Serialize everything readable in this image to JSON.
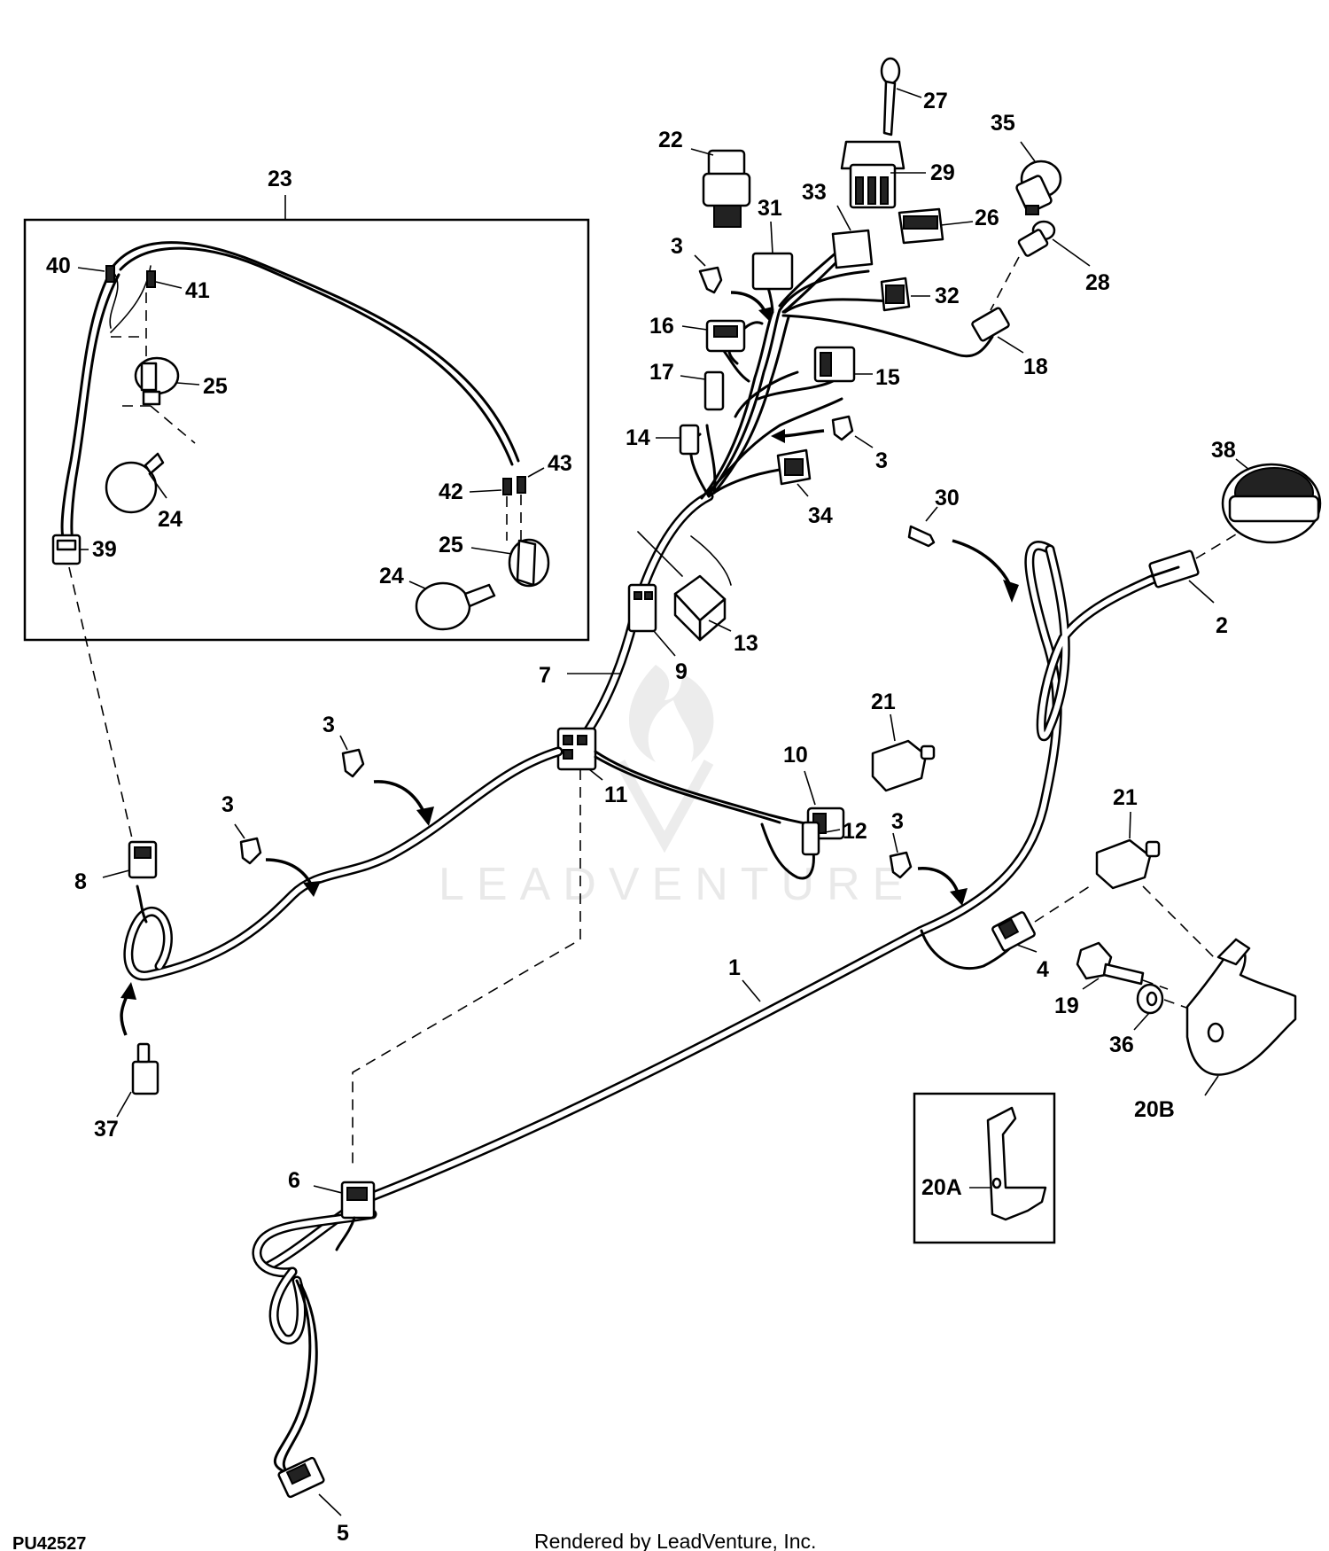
{
  "figure_id": "PU42527",
  "footer_text": "Rendered by LeadVenture, Inc.",
  "watermark_text": "LEADVENTURE",
  "accent_color": "#000000",
  "callouts": [
    "1",
    "2",
    "3",
    "4",
    "5",
    "6",
    "7",
    "8",
    "9",
    "10",
    "11",
    "12",
    "13",
    "14",
    "15",
    "16",
    "17",
    "18",
    "19",
    "20A",
    "20B",
    "21",
    "22",
    "23",
    "24",
    "25",
    "26",
    "27",
    "28",
    "29",
    "30",
    "31",
    "32",
    "33",
    "34",
    "35",
    "36",
    "37",
    "38",
    "39",
    "40",
    "41",
    "42",
    "43"
  ]
}
